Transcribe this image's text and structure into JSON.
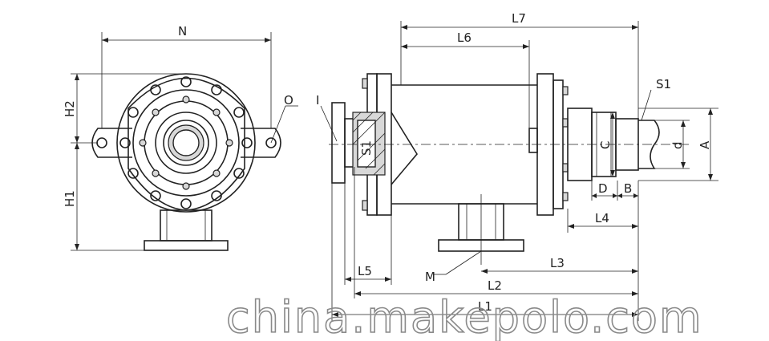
{
  "labels": {
    "N": "N",
    "O": "O",
    "H1": "H1",
    "H2": "H2",
    "I": "I",
    "S1_left": "S1",
    "S1_right": "S1",
    "L1": "L1",
    "L2": "L2",
    "L3": "L3",
    "L4": "L4",
    "L5": "L5",
    "L6": "L6",
    "L7": "L7",
    "M": "M",
    "A": "A",
    "C": "C",
    "d": "d",
    "D": "D",
    "B": "B"
  },
  "watermark": "china.makepolo.com",
  "colors": {
    "line": "#222222",
    "fill": "#d8d8d8",
    "watermark": "#8a8a8a"
  }
}
